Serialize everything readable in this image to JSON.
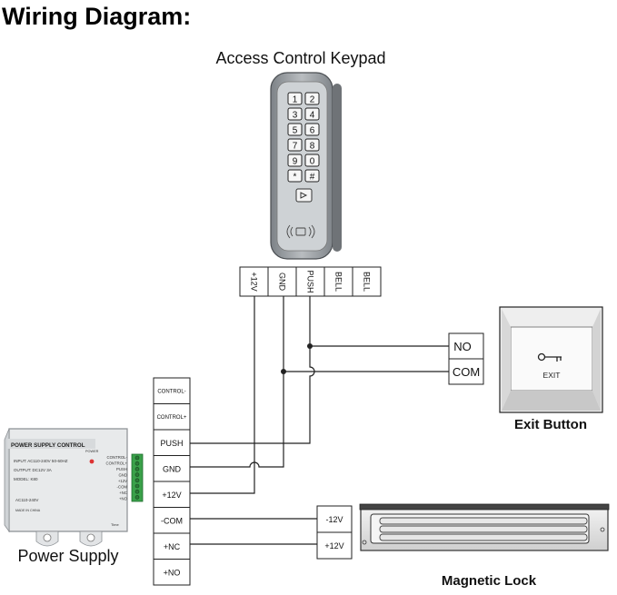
{
  "title": "Wiring Diagram:",
  "keypad": {
    "caption": "Access Control Keypad",
    "keys": [
      "1",
      "2",
      "3",
      "4",
      "5",
      "6",
      "7",
      "8",
      "9",
      "0",
      "*",
      "#"
    ]
  },
  "keypad_terminals": [
    "+12V",
    "GND",
    "PUSH",
    "BELL",
    "BELL"
  ],
  "exit_button": {
    "caption": "Exit Button",
    "label": "EXIT",
    "terminals": [
      "NO",
      "COM"
    ]
  },
  "power_supply": {
    "caption": "Power Supply",
    "terminals": [
      "CONTROL-",
      "CONTROL+",
      "PUSH",
      "GND",
      "+12V",
      "-COM",
      "+NC",
      "+NO"
    ],
    "device": {
      "header": "POWER SUPPLY CONTROL",
      "power_label": "POWER",
      "line1": "INPUT: AC110-240V  50-60HZ",
      "line2": "OUTPUT: DC12V  3A",
      "line3": "MODEL: K80",
      "line4": "AC110-240V",
      "line5": "MADE IN CHINA",
      "side_labels": [
        "CONTROL-",
        "CONTROL+",
        "PUSH",
        "GND",
        "+12V",
        "-COM",
        "+NC",
        "+NO"
      ],
      "brand": "Time"
    }
  },
  "magnetic_lock": {
    "caption": "Magnetic Lock",
    "terminals": [
      "-12V",
      "+12V"
    ]
  },
  "colors": {
    "wire": "#222222",
    "device_body": "#e9ebec",
    "keypad_body": "#9ea3a7",
    "terminal_green": "#3aa14a"
  }
}
